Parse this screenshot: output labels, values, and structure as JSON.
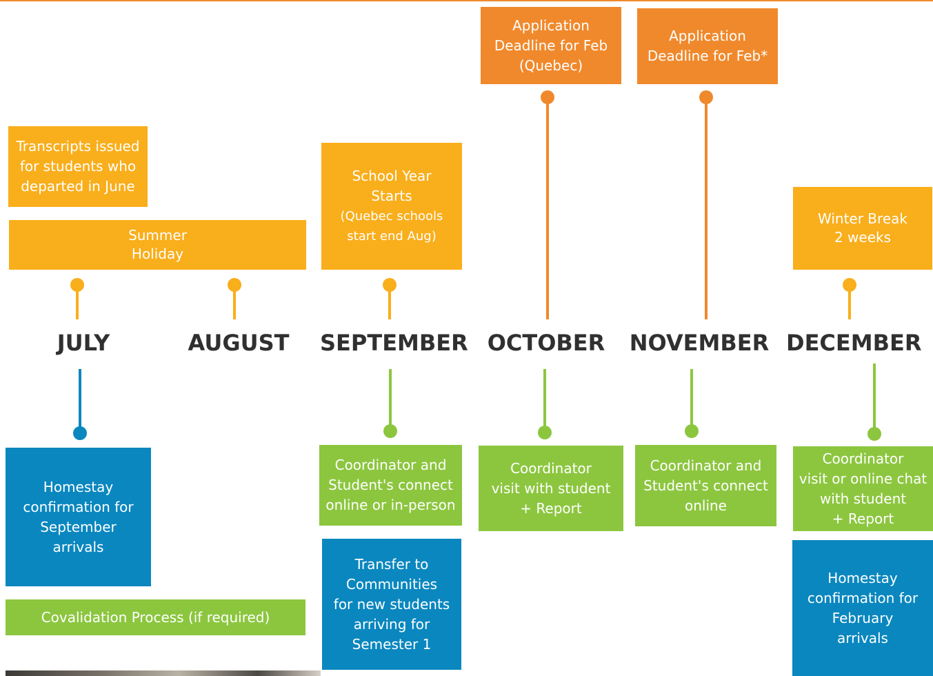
{
  "colors": {
    "yellow": "#f9ae1b",
    "orange": "#f0892c",
    "green": "#8cc63f",
    "blue": "#0a87bf",
    "month_text": "#303030"
  },
  "months": [
    "JULY",
    "AUGUST",
    "SEPTEMBER",
    "OCTOBER",
    "NOVEMBER",
    "DECEMBER"
  ],
  "above": {
    "transcripts": "Transcripts issued\nfor students who\ndeparted in June",
    "summer_holiday": "Summer\nHoliday",
    "school_year_title": "School Year\nStarts",
    "school_year_note": "(Quebec schools\nstart end Aug)",
    "october_deadline": "Application\nDeadline for Feb\n(Quebec)",
    "november_deadline": "Application\nDeadline for Feb*",
    "winter_break": "Winter Break\n2 weeks"
  },
  "below": {
    "july_homestay": "Homestay\nconfirmation for\nSeptember\narrivals",
    "covalidation": "Covalidation Process (if required)",
    "september_connect": "Coordinator and\nStudent's connect\nonline or in-person",
    "september_transfer": "Transfer to\nCommunities\nfor new students\narriving for\nSemester 1",
    "october_visit": "Coordinator\nvisit with student\n+ Report",
    "november_connect": "Coordinator and\nStudent's connect\nonline",
    "december_visit": "Coordinator\nvisit or online chat\nwith student\n+ Report",
    "december_homestay": "Homestay\nconfirmation for\nFebruary\narrivals"
  }
}
